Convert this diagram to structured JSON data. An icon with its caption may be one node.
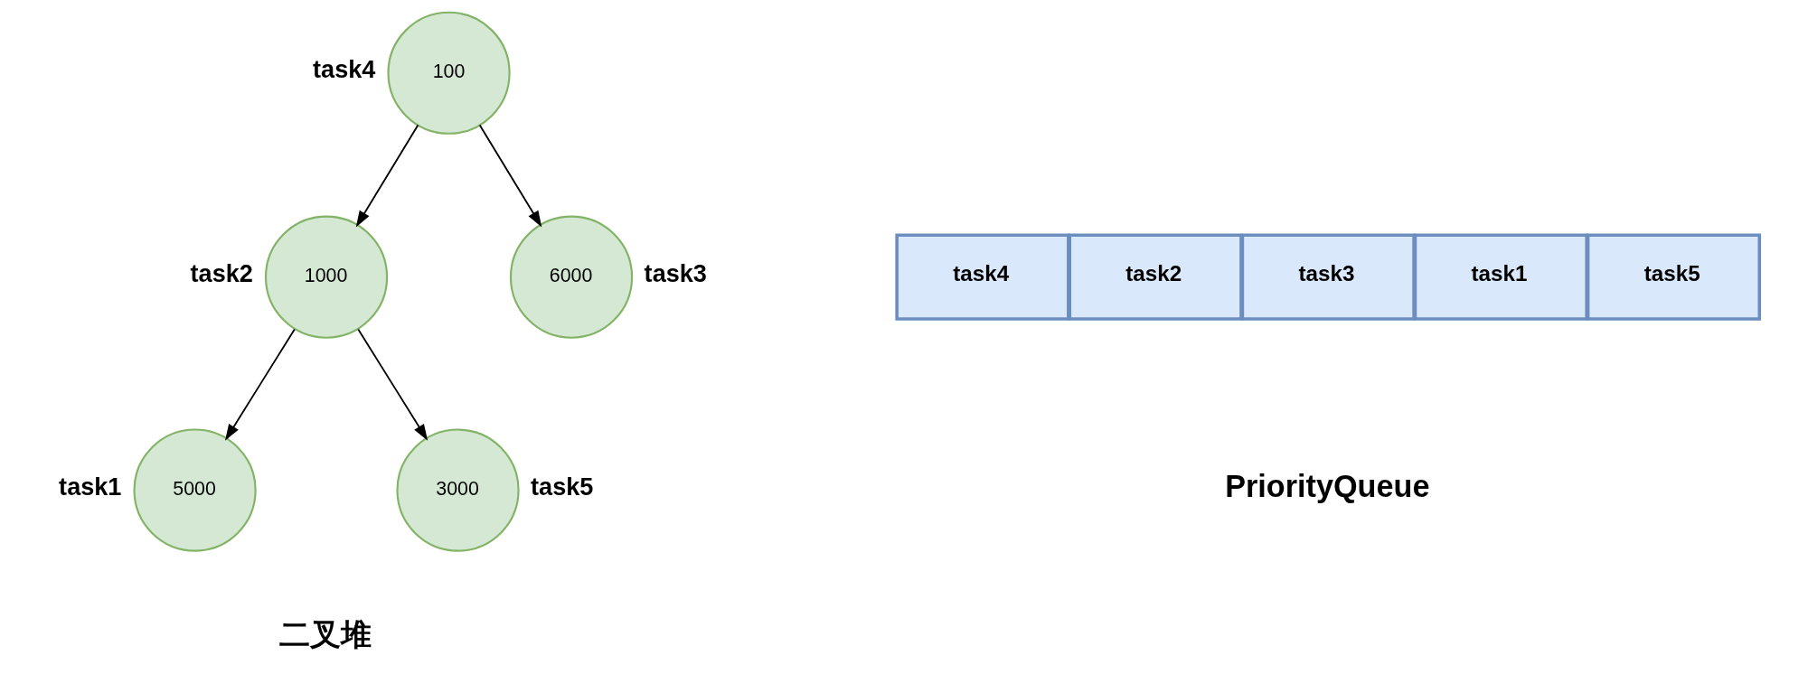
{
  "diagram": {
    "nodes": [
      {
        "text": [
          "100"
        ],
        "beside": [
          "task4"
        ]
      },
      {
        "text": [
          "1000"
        ],
        "beside": [
          "task2"
        ]
      },
      {
        "text": [
          "6000"
        ],
        "beside": [
          "task3"
        ]
      },
      {
        "text": [
          "5000"
        ],
        "beside": [
          "task1"
        ]
      },
      {
        "text": [
          "3000"
        ],
        "beside": [
          "task5"
        ]
      },
      {
        "text": [
          "task4"
        ]
      },
      {
        "text": [
          "task2"
        ]
      },
      {
        "text": [
          "task3"
        ]
      },
      {
        "text": [
          "task1"
        ]
      },
      {
        "text": [
          "task5"
        ]
      }
    ],
    "edges": [
      {
        "from": 0,
        "to": 1,
        "arrow": "to"
      },
      {
        "from": 0,
        "to": 2,
        "arrow": "to"
      },
      {
        "from": 1,
        "to": 3,
        "arrow": "to"
      },
      {
        "from": 1,
        "to": 4,
        "arrow": "to"
      }
    ],
    "labels": [
      "二叉堆",
      "PriorityQueue"
    ]
  }
}
